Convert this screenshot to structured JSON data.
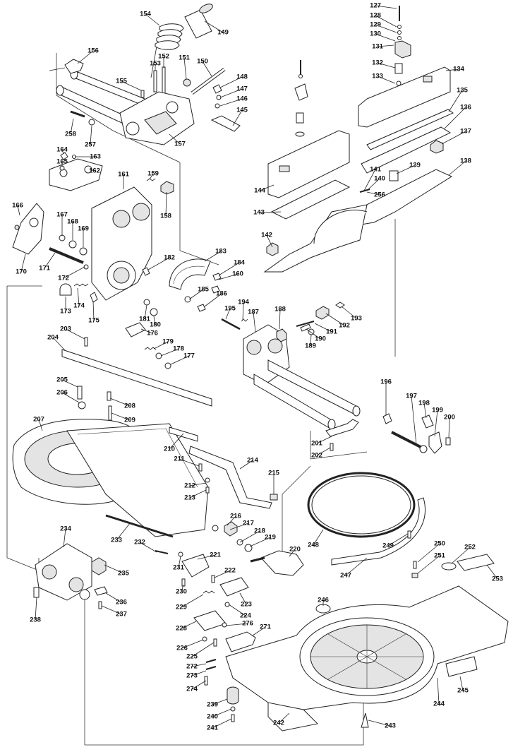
{
  "diagram": {
    "type": "exploded-parts-diagram",
    "line_color": "#222222",
    "background": "#ffffff",
    "part_numbers": [
      "127",
      "128",
      "129",
      "130",
      "131",
      "132",
      "133",
      "134",
      "135",
      "136",
      "137",
      "138",
      "139",
      "140",
      "141",
      "142",
      "143",
      "144",
      "145",
      "146",
      "147",
      "148",
      "149",
      "150",
      "151",
      "152",
      "153",
      "154",
      "155",
      "156",
      "157",
      "158",
      "159",
      "160",
      "161",
      "162",
      "163",
      "164",
      "165",
      "166",
      "167",
      "168",
      "169",
      "170",
      "171",
      "172",
      "173",
      "174",
      "175",
      "176",
      "177",
      "178",
      "179",
      "180",
      "181",
      "182",
      "183",
      "184",
      "185",
      "186",
      "187",
      "188",
      "189",
      "190",
      "191",
      "192",
      "193",
      "194",
      "195",
      "196",
      "197",
      "198",
      "199",
      "200",
      "201",
      "202",
      "203",
      "204",
      "205",
      "206",
      "207",
      "208",
      "209",
      "210",
      "211",
      "212",
      "213",
      "214",
      "215",
      "216",
      "217",
      "218",
      "219",
      "220",
      "221",
      "222",
      "223",
      "224",
      "225",
      "226",
      "228",
      "229",
      "230",
      "231",
      "232",
      "233",
      "234",
      "235",
      "236",
      "237",
      "238",
      "239",
      "240",
      "241",
      "242",
      "243",
      "244",
      "245",
      "246",
      "247",
      "248",
      "249",
      "250",
      "251",
      "252",
      "253",
      "256",
      "257",
      "258",
      "271",
      "272",
      "273",
      "274",
      "276"
    ]
  }
}
